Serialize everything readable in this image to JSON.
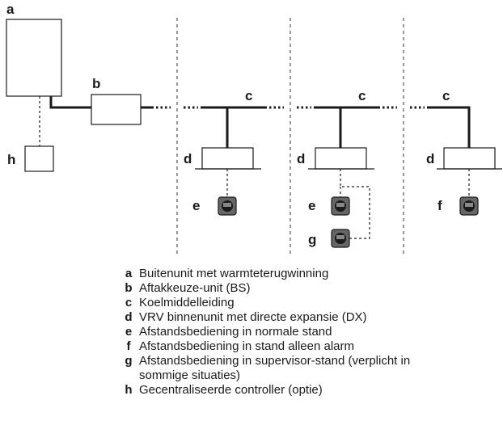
{
  "diagram": {
    "labels": {
      "a": "a",
      "b": "b",
      "c1": "c",
      "c2": "c",
      "c3": "c",
      "d1": "d",
      "d2": "d",
      "d3": "d",
      "e1": "e",
      "e2": "e",
      "f": "f",
      "g": "g",
      "h": "h"
    }
  },
  "legend": [
    {
      "key": "a",
      "text": "Buitenunit met warmteterugwinning"
    },
    {
      "key": "b",
      "text": "Aftakkeuze-unit (BS)"
    },
    {
      "key": "c",
      "text": "Koelmiddelleiding"
    },
    {
      "key": "d",
      "text": "VRV binnenunit met directe expansie (DX)"
    },
    {
      "key": "e",
      "text": "Afstandsbediening in normale stand"
    },
    {
      "key": "f",
      "text": "Afstandsbediening in stand alleen alarm"
    },
    {
      "key": "g",
      "text": "Afstandsbediening in supervisor-stand (verplicht in"
    },
    {
      "key": "",
      "text": "sommige situaties)"
    },
    {
      "key": "h",
      "text": "Gecentraliseerde controller (optie)"
    }
  ],
  "icons": {
    "remote_controller": "remote-controller-icon"
  }
}
